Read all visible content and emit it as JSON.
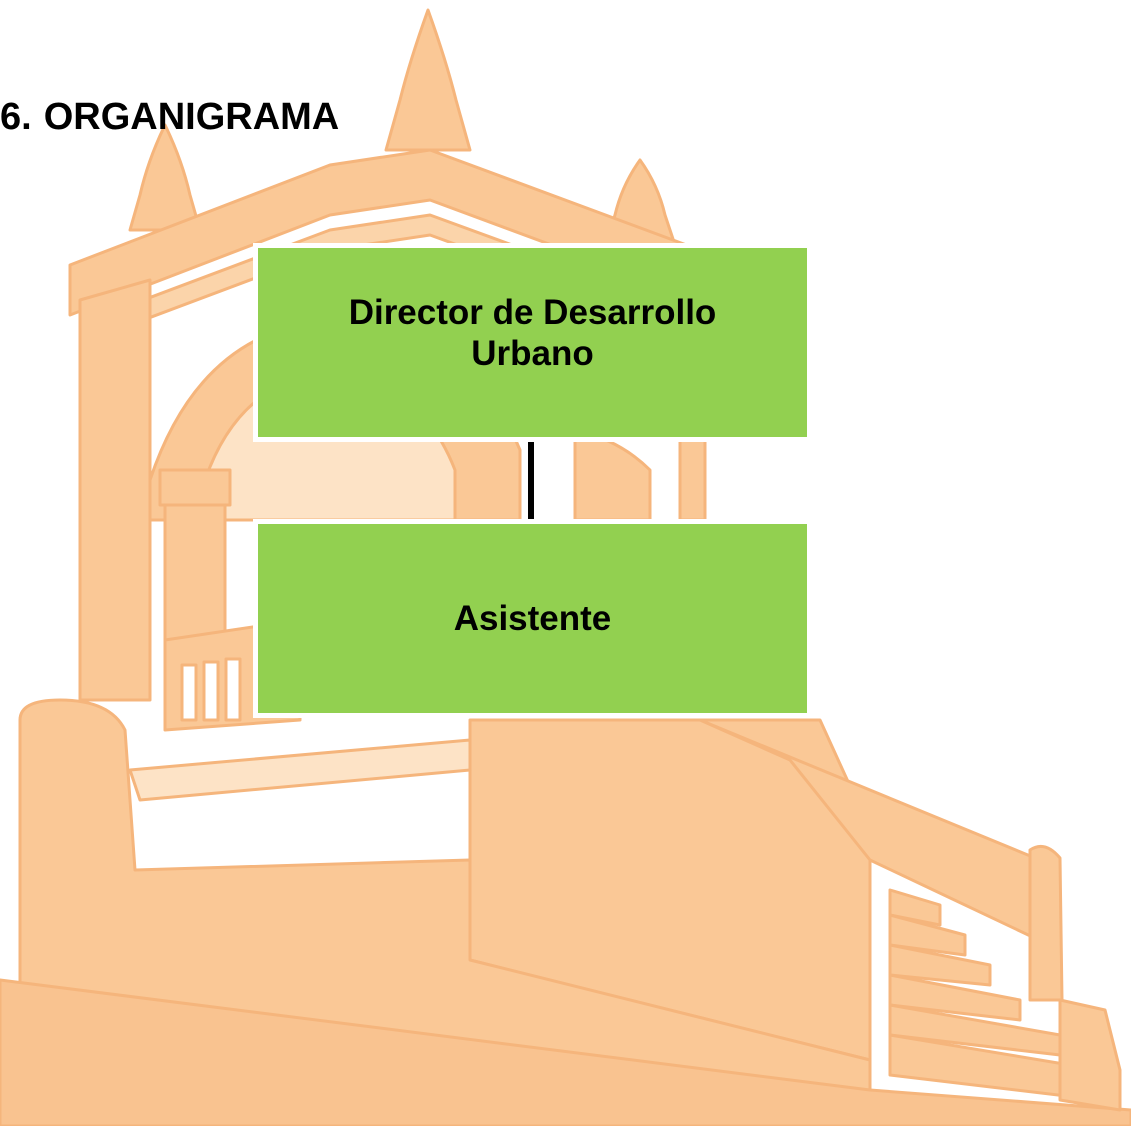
{
  "heading": {
    "number": "6.",
    "title": "ORGANIGRAMA"
  },
  "org_chart": {
    "box_color": "#92d050",
    "watermark_color": "#fac896",
    "connector_color": "#000000",
    "nodes": [
      {
        "id": "director",
        "label": "Director de Desarrollo Urbano"
      },
      {
        "id": "asistente",
        "label": "Asistente"
      }
    ]
  }
}
